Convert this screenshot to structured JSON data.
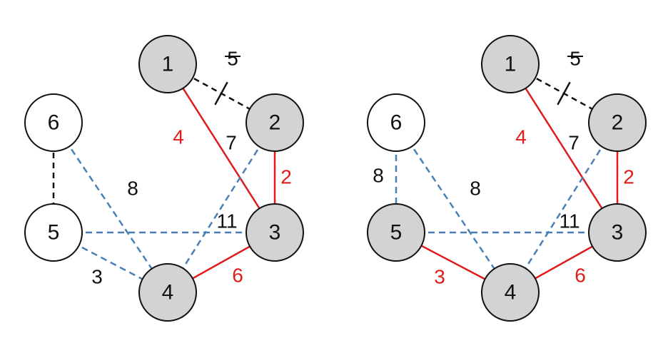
{
  "colors": {
    "mst_edge": "#e11b1b",
    "candidate_edge": "#4a7fb5",
    "rejected_edge": "#111111",
    "visited_node_fill": "#d3d3d3",
    "unvisited_node_fill": "#ffffff",
    "node_stroke": "#111111"
  },
  "panels": [
    {
      "nodes": [
        {
          "id": "1",
          "label": "1",
          "visited": true
        },
        {
          "id": "2",
          "label": "2",
          "visited": true
        },
        {
          "id": "3",
          "label": "3",
          "visited": true
        },
        {
          "id": "4",
          "label": "4",
          "visited": true
        },
        {
          "id": "5",
          "label": "5",
          "visited": false
        },
        {
          "id": "6",
          "label": "6",
          "visited": false
        }
      ],
      "edges": [
        {
          "from": "1",
          "to": "2",
          "weight": "5",
          "style": "rejected",
          "struck": true
        },
        {
          "from": "1",
          "to": "3",
          "weight": "4",
          "style": "mst"
        },
        {
          "from": "2",
          "to": "3",
          "weight": "2",
          "style": "mst"
        },
        {
          "from": "3",
          "to": "4",
          "weight": "6",
          "style": "mst"
        },
        {
          "from": "2",
          "to": "4",
          "weight": "7",
          "style": "candidate"
        },
        {
          "from": "5",
          "to": "3",
          "weight": "11",
          "style": "candidate"
        },
        {
          "from": "6",
          "to": "4",
          "weight": "8",
          "style": "candidate"
        },
        {
          "from": "5",
          "to": "4",
          "weight": "3",
          "style": "candidate"
        },
        {
          "from": "6",
          "to": "5",
          "weight": "",
          "style": "rejected"
        }
      ]
    },
    {
      "nodes": [
        {
          "id": "1",
          "label": "1",
          "visited": true
        },
        {
          "id": "2",
          "label": "2",
          "visited": true
        },
        {
          "id": "3",
          "label": "3",
          "visited": true
        },
        {
          "id": "4",
          "label": "4",
          "visited": true
        },
        {
          "id": "5",
          "label": "5",
          "visited": true
        },
        {
          "id": "6",
          "label": "6",
          "visited": false
        }
      ],
      "edges": [
        {
          "from": "1",
          "to": "2",
          "weight": "5",
          "style": "rejected",
          "struck": true
        },
        {
          "from": "1",
          "to": "3",
          "weight": "4",
          "style": "mst"
        },
        {
          "from": "2",
          "to": "3",
          "weight": "2",
          "style": "mst"
        },
        {
          "from": "3",
          "to": "4",
          "weight": "6",
          "style": "mst"
        },
        {
          "from": "5",
          "to": "4",
          "weight": "3",
          "style": "mst"
        },
        {
          "from": "2",
          "to": "4",
          "weight": "7",
          "style": "candidate"
        },
        {
          "from": "5",
          "to": "3",
          "weight": "11",
          "style": "candidate"
        },
        {
          "from": "6",
          "to": "4",
          "weight": "8",
          "style": "candidate"
        },
        {
          "from": "6",
          "to": "5",
          "weight": "8",
          "style": "candidate"
        }
      ]
    }
  ]
}
